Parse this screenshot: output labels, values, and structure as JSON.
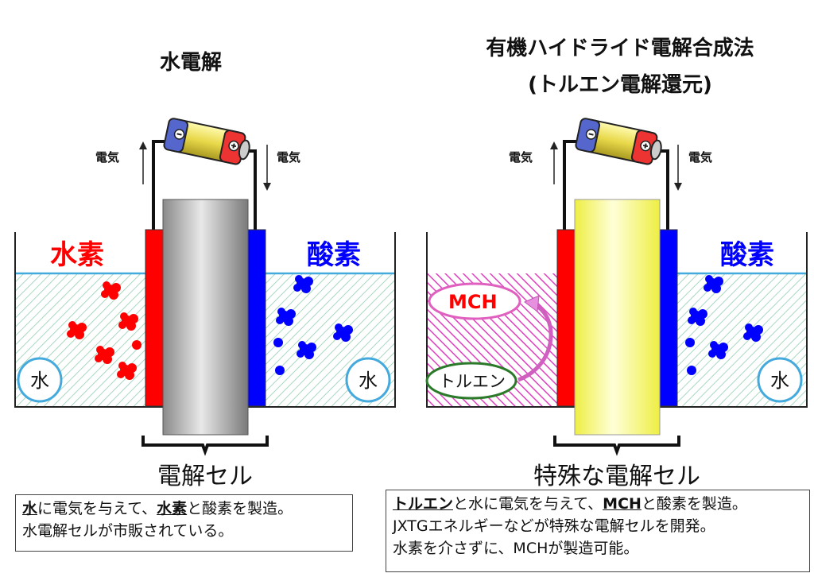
{
  "left": {
    "title": "水電解",
    "electricity_left": "電気",
    "electricity_right": "電気",
    "hydrogen_label": "水素",
    "oxygen_label": "酸素",
    "water_left": "水",
    "water_right": "水",
    "cell_label": "電解セル",
    "desc_line1_b1": "水",
    "desc_line1_t1": "に電気を与えて、",
    "desc_line1_b2": "水素",
    "desc_line1_t2": "と酸素を製造。",
    "desc_line2": "水電解セルが市販されている。"
  },
  "right": {
    "title_line1": "有機ハイドライド電解合成法",
    "title_line2": "(トルエン電解還元)",
    "electricity_left": "電気",
    "electricity_right": "電気",
    "mch_label": "MCH",
    "toluene_label": "トルエン",
    "oxygen_label": "酸素",
    "water_right": "水",
    "cell_label": "特殊な電解セル",
    "desc_line1_b1": "トルエン",
    "desc_line1_t1": "と水に電気を与えて、",
    "desc_line1_b2": "MCH",
    "desc_line1_t2": "と酸素を製造。",
    "desc_line2": "JXTGエネルギーなどが特殊な電解セルを開発。",
    "desc_line3": "水素を介さずに、MCHが製造可能。"
  },
  "colors": {
    "red": "#ff0000",
    "blue": "#0000ff",
    "water_hatch": "#a8d8c0",
    "water_line": "#44aadd",
    "pink_hatch": "#e040c0",
    "mch_border": "#e060c0",
    "toluene_border": "#2a7a2a",
    "anode_gray": "#a8a8a8",
    "yellow_electrode": "#ffff66"
  }
}
